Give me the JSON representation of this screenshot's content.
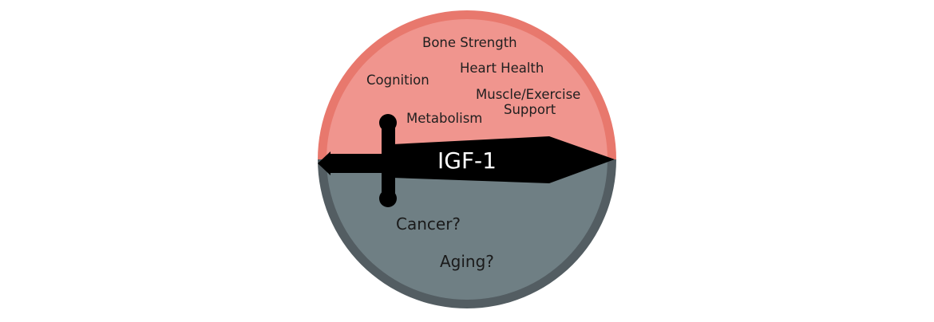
{
  "title": "IGF-1",
  "benefits": [
    {
      "id": "bone-strength",
      "label": "Bone Strength"
    },
    {
      "id": "heart-health",
      "label": "Heart Health"
    },
    {
      "id": "cognition",
      "label": "Cognition"
    },
    {
      "id": "muscle-exercise",
      "label": "Muscle/Exercise"
    },
    {
      "id": "support",
      "label": "Support"
    },
    {
      "id": "metabolism",
      "label": "Metabolism"
    }
  ],
  "risks": [
    {
      "id": "cancer",
      "label": "Cancer?"
    },
    {
      "id": "aging",
      "label": "Aging?"
    }
  ],
  "colors": {
    "top_rim": "#e8786d",
    "top_fill": "#f0958e",
    "bottom_rim": "#535d62",
    "bottom_fill": "#6f7f84",
    "sword": "#000000",
    "sword_text": "#ffffff"
  }
}
